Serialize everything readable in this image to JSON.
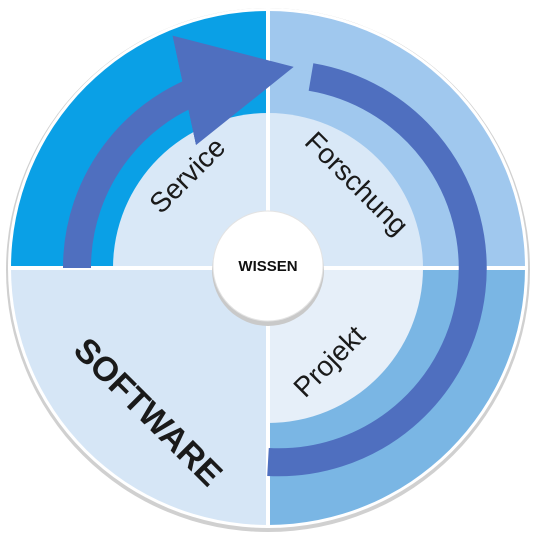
{
  "diagram": {
    "center": {
      "label": "WISSEN"
    },
    "segments": [
      {
        "id": "service",
        "label": "Service"
      },
      {
        "id": "forschung",
        "label": "Forschung"
      },
      {
        "id": "projekt",
        "label": "Projekt"
      }
    ],
    "outer_label": "SOFTWARE",
    "colors": {
      "top_left": "#0aa0e6",
      "top_right": "#a0c8ee",
      "bottom_right": "#7ab6e4",
      "bottom_left": "#d6e6f6",
      "inner_tint": "#d9e8f7",
      "inner_tint_q4": "#e6eff9",
      "arrow": "#4f6fbf",
      "divider": "#ffffff",
      "rim": "#cfcfcf"
    }
  }
}
